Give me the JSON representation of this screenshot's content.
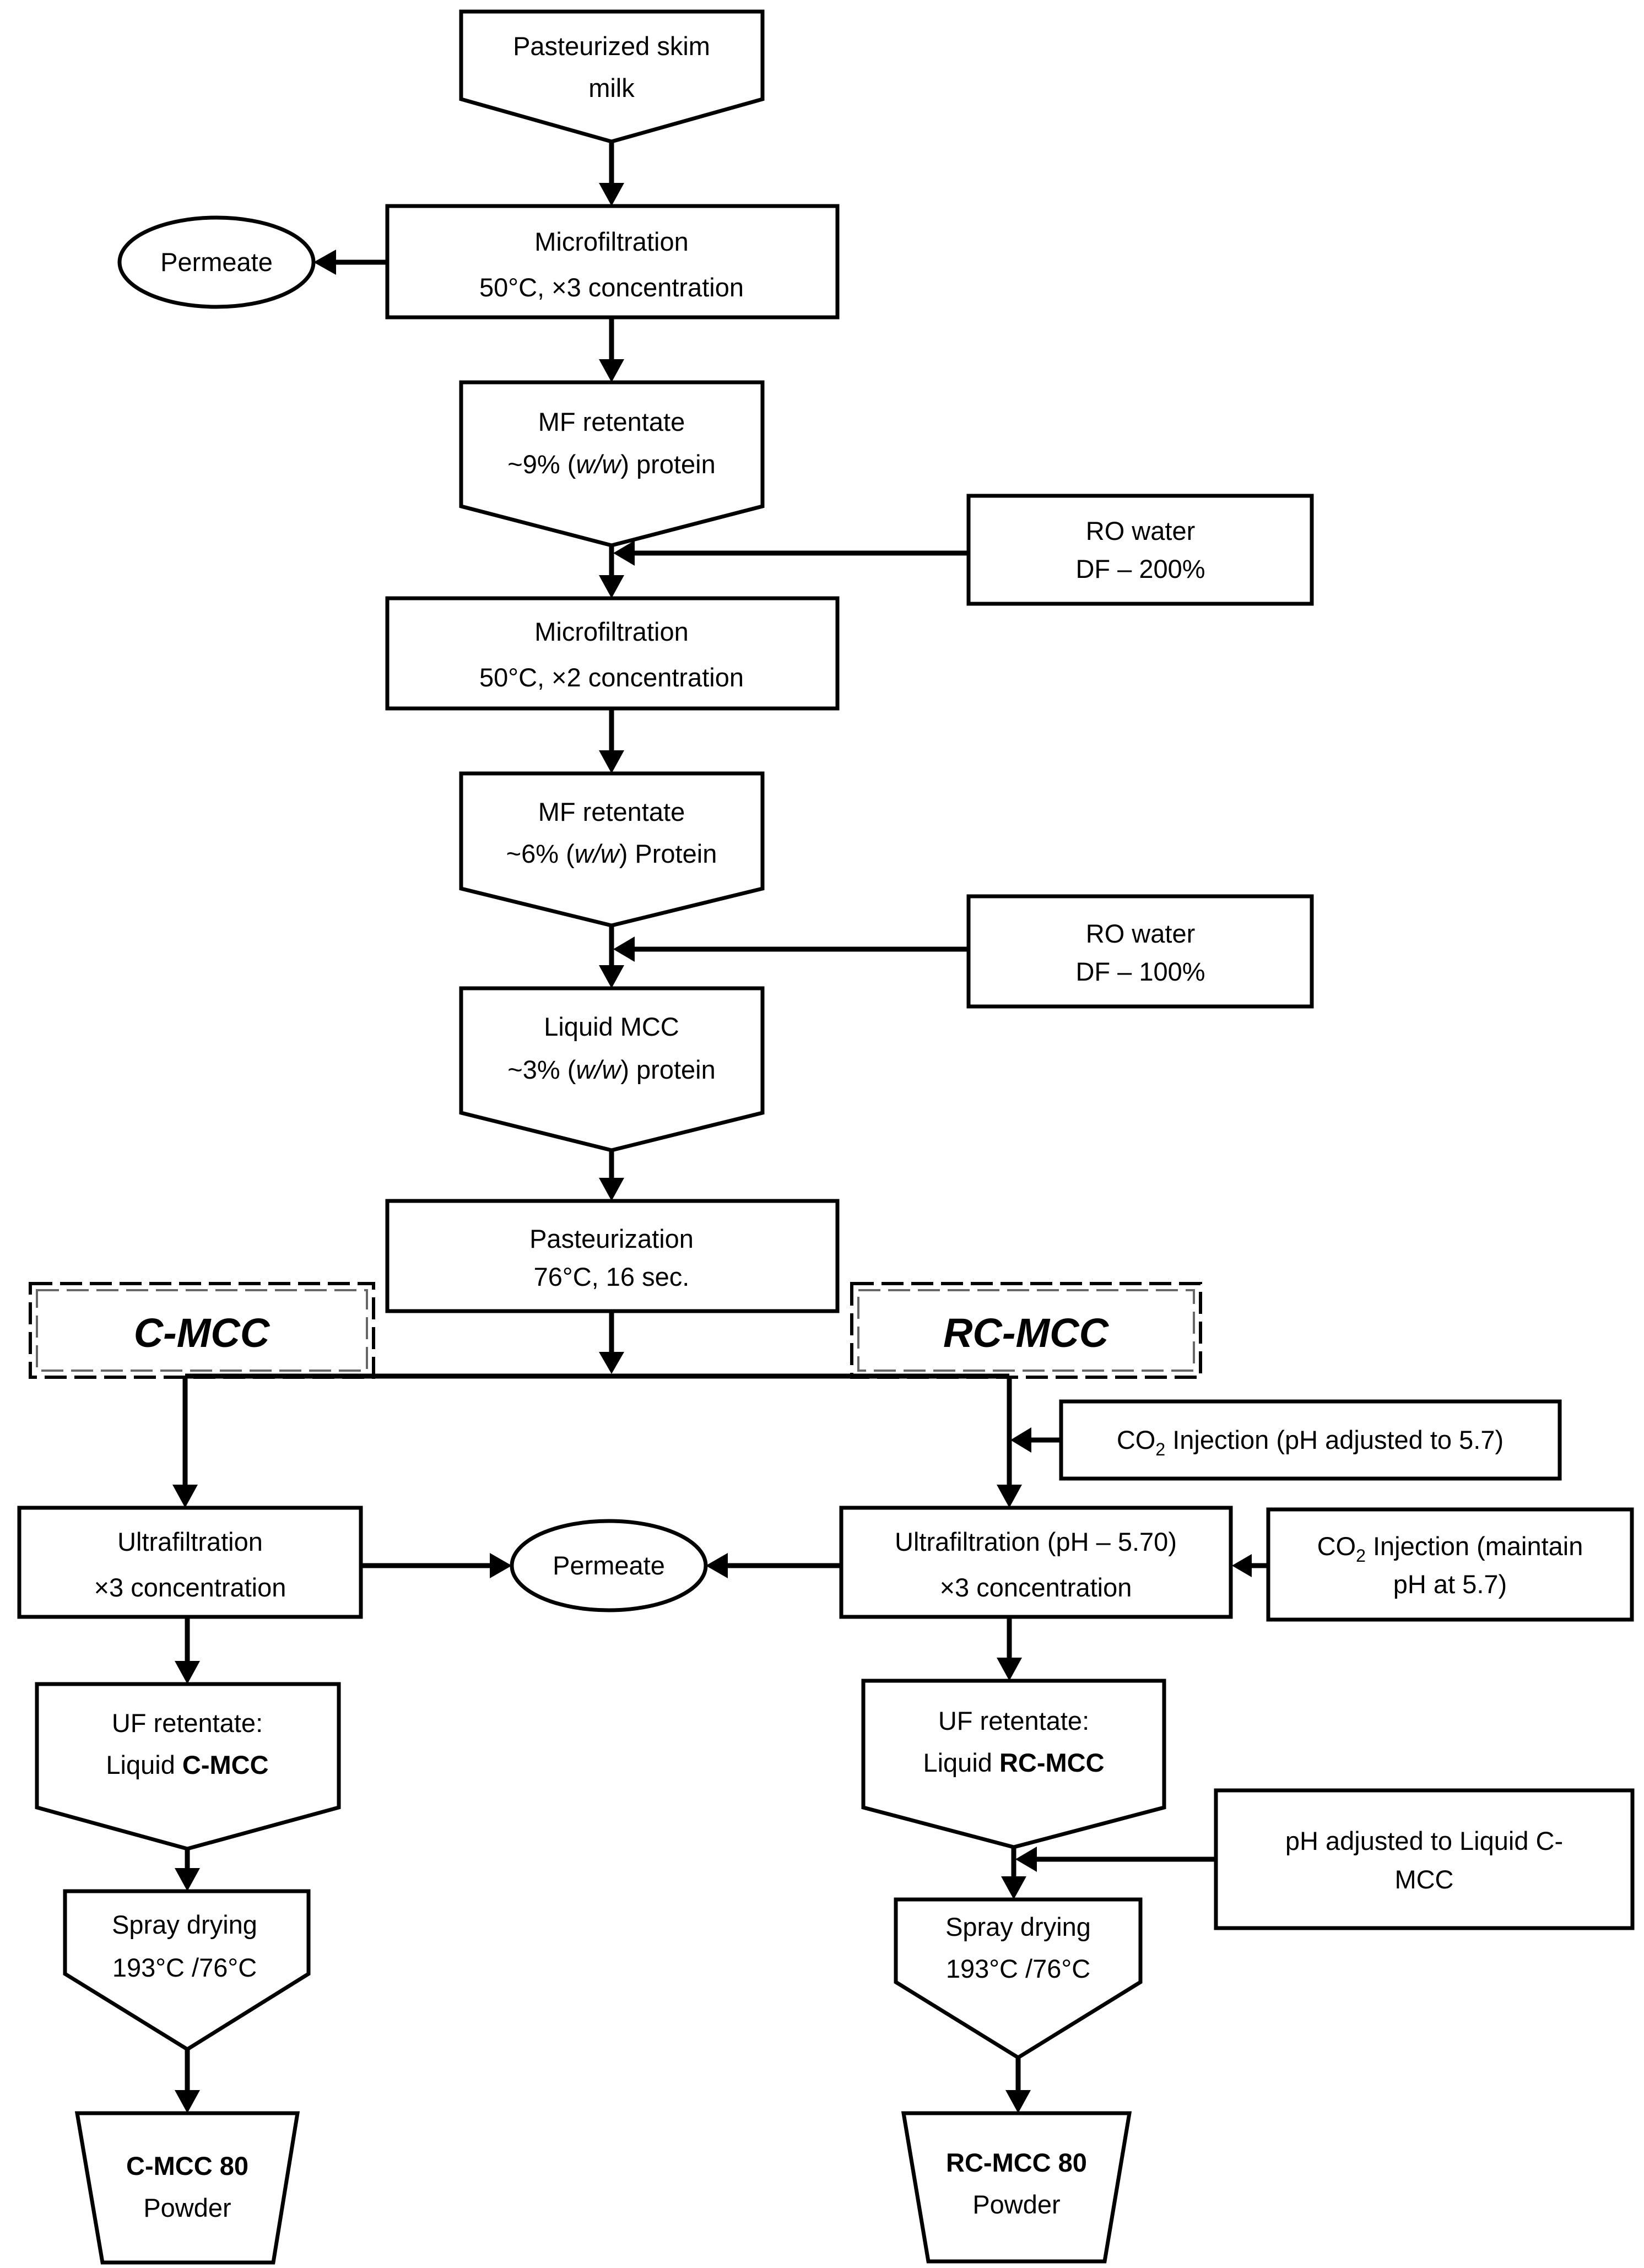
{
  "nodes": {
    "skim": {
      "l1": "Pasteurized skim",
      "l2": "milk"
    },
    "mf1": {
      "l1": "Microfiltration",
      "l2": "50°C, ×3 concentration"
    },
    "permeate1": {
      "l1": "Permeate"
    },
    "ret1": {
      "l1": "MF retentate",
      "l2a": "~9% (",
      "l2b": "w/w",
      "l2c": ") protein"
    },
    "ro1": {
      "l1": "RO water",
      "l2": "DF – 200%"
    },
    "mf2": {
      "l1": "Microfiltration",
      "l2": "50°C, ×2 concentration"
    },
    "ret2": {
      "l1": "MF retentate",
      "l2a": "~6% (",
      "l2b": "w/w",
      "l2c": ") Protein"
    },
    "ro2": {
      "l1": "RO water",
      "l2": "DF – 100%"
    },
    "liq": {
      "l1": "Liquid MCC",
      "l2a": "~3% (",
      "l2b": "w/w",
      "l2c": ") protein"
    },
    "past": {
      "l1": "Pasteurization",
      "l2": "76°C, 16 sec."
    },
    "cmcc": {
      "l1": "C-MCC"
    },
    "rcmcc": {
      "l1": "RC-MCC"
    },
    "co2a": {
      "a": "CO",
      "sub": "2",
      "b": " Injection (pH adjusted to 5.7)"
    },
    "uf1": {
      "l1": "Ultrafiltration",
      "l2": "×3 concentration"
    },
    "permeate2": {
      "l1": "Permeate"
    },
    "uf2": {
      "l1": "Ultrafiltration (pH – 5.70)",
      "l2": "×3 concentration"
    },
    "co2b": {
      "a": "CO",
      "sub": "2",
      "b": " Injection (maintain",
      "l2": "pH at 5.7)"
    },
    "ufr1": {
      "l1": "UF retentate:",
      "l2a": "Liquid ",
      "l2b": "C-MCC"
    },
    "ufr2": {
      "l1": "UF retentate:",
      "l2a": "Liquid ",
      "l2b": "RC-MCC"
    },
    "phadj": {
      "l1": "pH adjusted to Liquid C-",
      "l2": "MCC"
    },
    "spray1": {
      "l1": "Spray drying",
      "l2": "193°C /76°C"
    },
    "spray2": {
      "l1": "Spray drying",
      "l2": "193°C /76°C"
    },
    "pow1": {
      "l1": "C-MCC 80",
      "l2": "Powder"
    },
    "pow2": {
      "l1": "RC-MCC 80",
      "l2": "Powder"
    }
  }
}
